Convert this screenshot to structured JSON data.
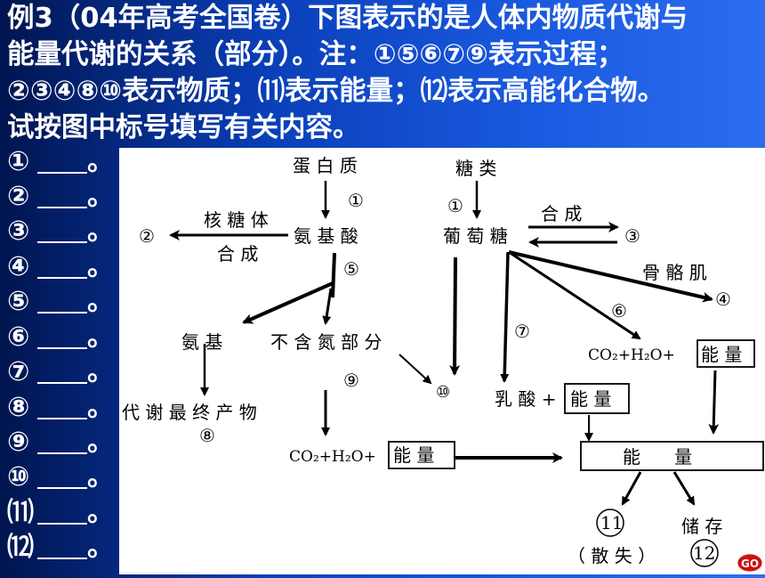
{
  "header": {
    "line1": "例3（04年高考全国卷）下图表示的是人体内物质代谢与",
    "line2": "能量代谢的关系（部分）。注：①⑤⑥⑦⑨表示过程；",
    "line3": "②③④⑧⑩表示物质；⑾表示能量；⑿表示高能化合物。",
    "line4": "试按图中标号填写有关内容。"
  },
  "blanks": [
    {
      "num": "①",
      "end": "。"
    },
    {
      "num": "②",
      "end": "。"
    },
    {
      "num": "③",
      "end": "。"
    },
    {
      "num": "④",
      "end": "。"
    },
    {
      "num": "⑤",
      "end": "。"
    },
    {
      "num": "⑥",
      "end": "。"
    },
    {
      "num": "⑦",
      "end": "。"
    },
    {
      "num": "⑧",
      "end": "。"
    },
    {
      "num": "⑨",
      "end": "。"
    },
    {
      "num": "⑩",
      "end": "。"
    },
    {
      "num": "⑾",
      "end": "。"
    },
    {
      "num": "⑿",
      "end": "。"
    }
  ],
  "diagram": {
    "protein": "蛋 白 质",
    "sugar": "糖 类",
    "label_1a": "①",
    "label_1b": "①",
    "ribosome": "核 糖 体",
    "synthesis_left": "合 成",
    "label_2": "②",
    "amino_acid": "氨 基 酸",
    "glucose": "葡 萄 糖",
    "synthesis_right": "合 成",
    "label_3": "③",
    "label_5": "⑤",
    "skeletal_muscle": "骨 骼 肌",
    "label_4": "④",
    "label_6": "⑥",
    "label_7": "⑦",
    "amino_group": "氨 基",
    "non_nitrogen": "不 含 氮 部 分",
    "label_9": "⑨",
    "label_10": "⑩",
    "co2_h2o_right": "CO₂+H₂O+",
    "energy_box_right": "能 量",
    "lactic_acid": "乳 酸 +",
    "energy_box_lactic": "能 量",
    "metabolic_products": "代 谢 最 终 产 物",
    "label_8": "⑧",
    "co2_h2o_bottom": "CO₂+H₂O+",
    "energy_box_bottom": "能 量",
    "energy_main": "能      量",
    "label_11": "11",
    "storage": "储 存",
    "dissipate": "（ 散 失 ）",
    "label_12": "12"
  },
  "go_label": "GO",
  "colors": {
    "background_dark": "#00154f",
    "background_light": "#2d6cf0",
    "text_white": "#ffffff",
    "go_red": "#cc1010"
  }
}
